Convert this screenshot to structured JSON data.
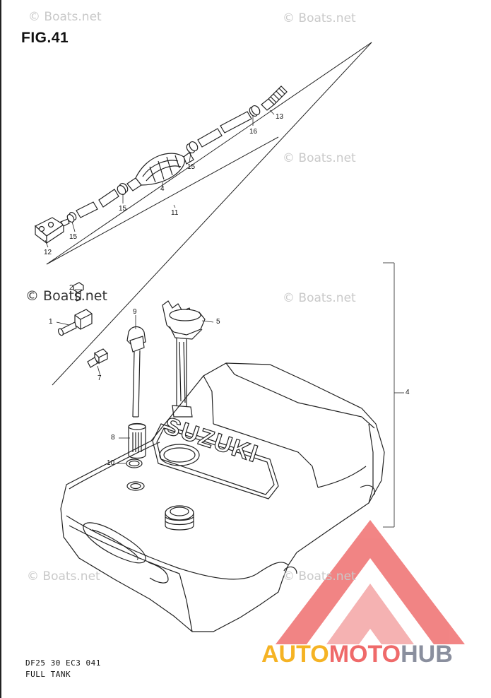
{
  "figure": {
    "title": "FIG.41",
    "code": "DF25 30 EC3  041",
    "caption": "FULL TANK"
  },
  "watermarks": [
    "© Boats.net",
    "© Boats.net",
    "© Boats.net",
    "© Boats.net",
    "© Boats.net",
    "© Boats.net"
  ],
  "watermark_strong": "© Boats.net",
  "tank_brand": "SUZUKI",
  "callouts": {
    "c1": "1",
    "c2": "2",
    "c3": "3",
    "c4": "4",
    "c4b": "4",
    "c5": "5",
    "c7": "7",
    "c8": "8",
    "c9": "9",
    "c10": "10",
    "c11": "11",
    "c12": "12",
    "c13": "13",
    "c15a": "15",
    "c15b": "15",
    "c15c": "15",
    "c16": "16"
  },
  "logo": {
    "part1": "AUTO",
    "part2": "MOTO",
    "part3": "HUB",
    "colors": {
      "auto": "#f5b324",
      "moto": "#ef6a6a",
      "hub": "#8a8f9e",
      "triangle": "#ef6a6a"
    }
  }
}
